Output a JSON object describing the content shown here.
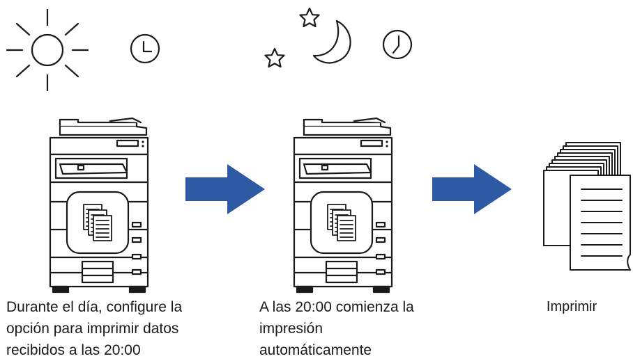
{
  "colors": {
    "line": "#1a1a1a",
    "arrow": "#2e59a5",
    "paper": "#ffffff"
  },
  "steps": [
    {
      "icons": [
        "sun-icon",
        "clock-icon"
      ],
      "device": "printer-icon",
      "caption": "Durante el día, configure la\nopción para imprimir datos\nrecibidos a las 20:00"
    },
    {
      "icons": [
        "star-icon",
        "moon-icon",
        "clock-icon"
      ],
      "device": "printer-icon",
      "caption": "A las 20:00 comienza la\nimpresión\nautomáticamente"
    },
    {
      "icons": [
        "paper-stack-icon"
      ],
      "caption": "Imprimir"
    }
  ],
  "connectors": [
    "arrow-right-icon",
    "arrow-right-icon"
  ]
}
